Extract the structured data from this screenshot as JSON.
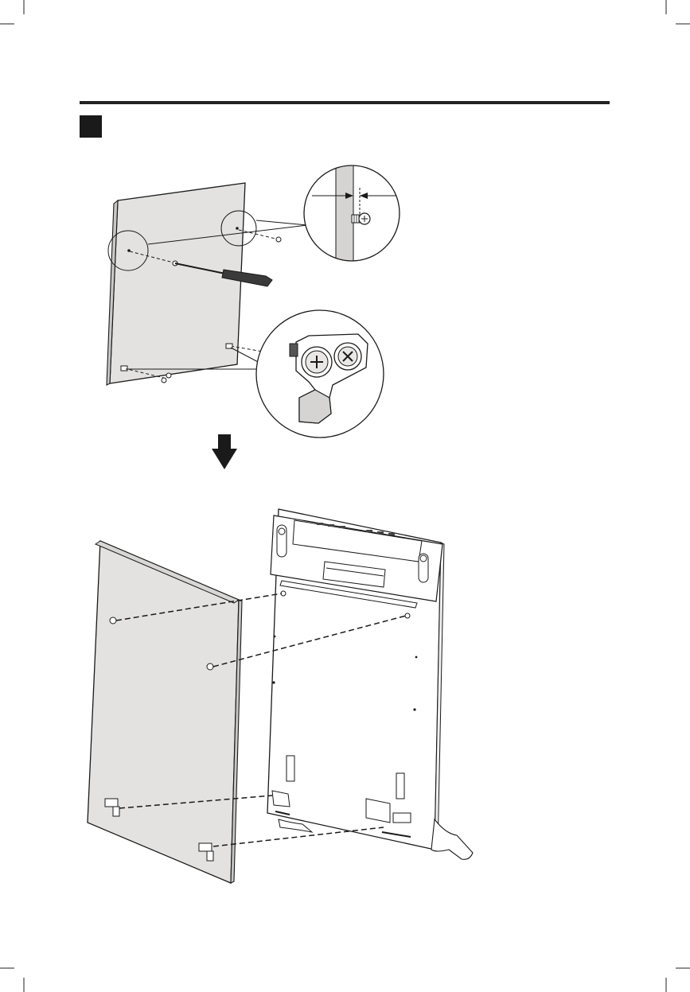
{
  "page": {
    "colors": {
      "ink": "#1a1a1a",
      "panel_fill": "#e3e2e1",
      "panel_edge": "#c9c8c6",
      "header_rule": "#222222",
      "step_marker": "#1a1a1a",
      "screwdriver_handle": "#3a3a3a"
    },
    "icons": {
      "step_marker": "square-step-marker",
      "direction": "down-arrow-icon",
      "detail_top": "magnified-screw-depth-detail",
      "detail_bottom": "magnified-bracket-detail",
      "tool": "screwdriver-icon"
    }
  }
}
